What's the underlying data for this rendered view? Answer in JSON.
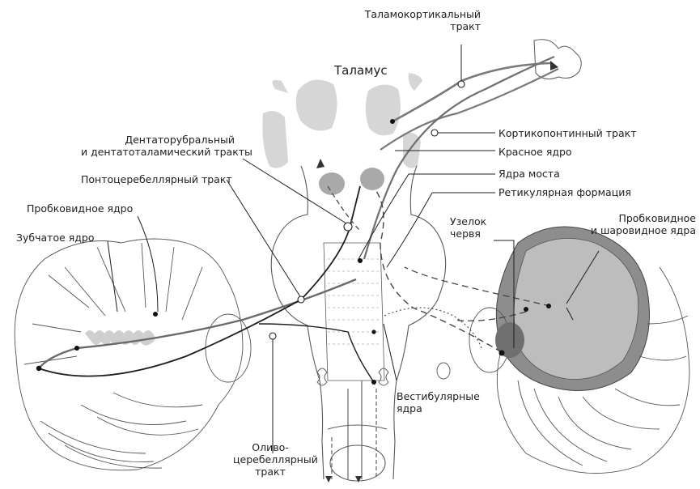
{
  "labels": {
    "thalamocortical": "Таламокортикальный\nтракт",
    "thalamus": "Таламус",
    "corticopontine": "Кортикопонтинный тракт",
    "dentato": "Дентаторубральный\nи дентатоталамический тракты",
    "red_nucleus": "Красное ядро",
    "pontocerebellar": "Понтоцеребеллярный тракт",
    "pontine_nuclei": "Ядра моста",
    "reticular": "Ретикулярная формация",
    "emboliform_left": "Пробковидное ядро",
    "dentate": "Зубчатое ядро",
    "nodulus": "Узелок\nчервя",
    "emboliform_globose": "Пробковидное\nи шаровидное ядра",
    "vestibular": "Вестибулярные\nядра",
    "olivo": "Оливо-\nцеребеллярный\nтракт"
  }
}
